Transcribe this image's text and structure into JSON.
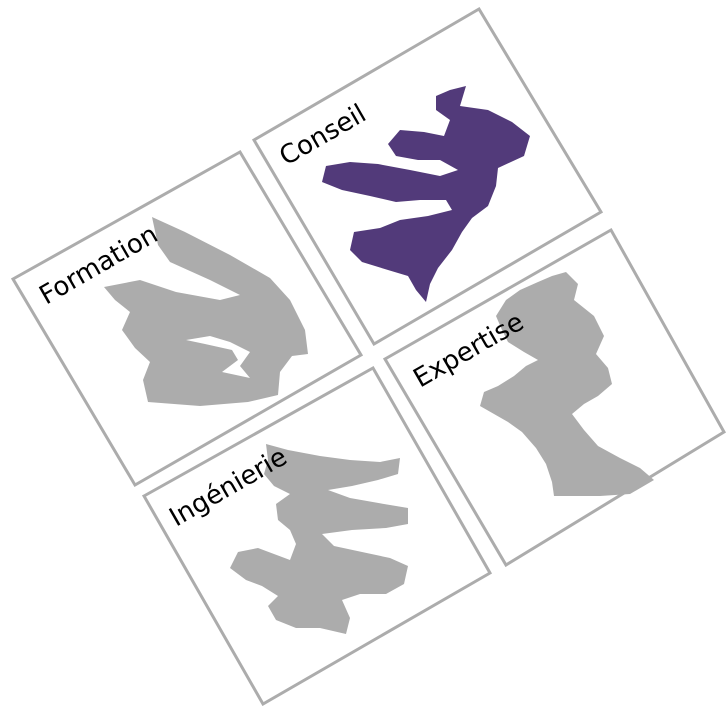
{
  "colors": {
    "active": "#523a7a",
    "inactive": "#acacac",
    "frame": "#acacac"
  },
  "tiles": [
    {
      "label": "Formation",
      "active": false
    },
    {
      "label": "Conseil",
      "active": true
    },
    {
      "label": "Expertise",
      "active": false
    },
    {
      "label": "Ingénierie",
      "active": false
    }
  ]
}
